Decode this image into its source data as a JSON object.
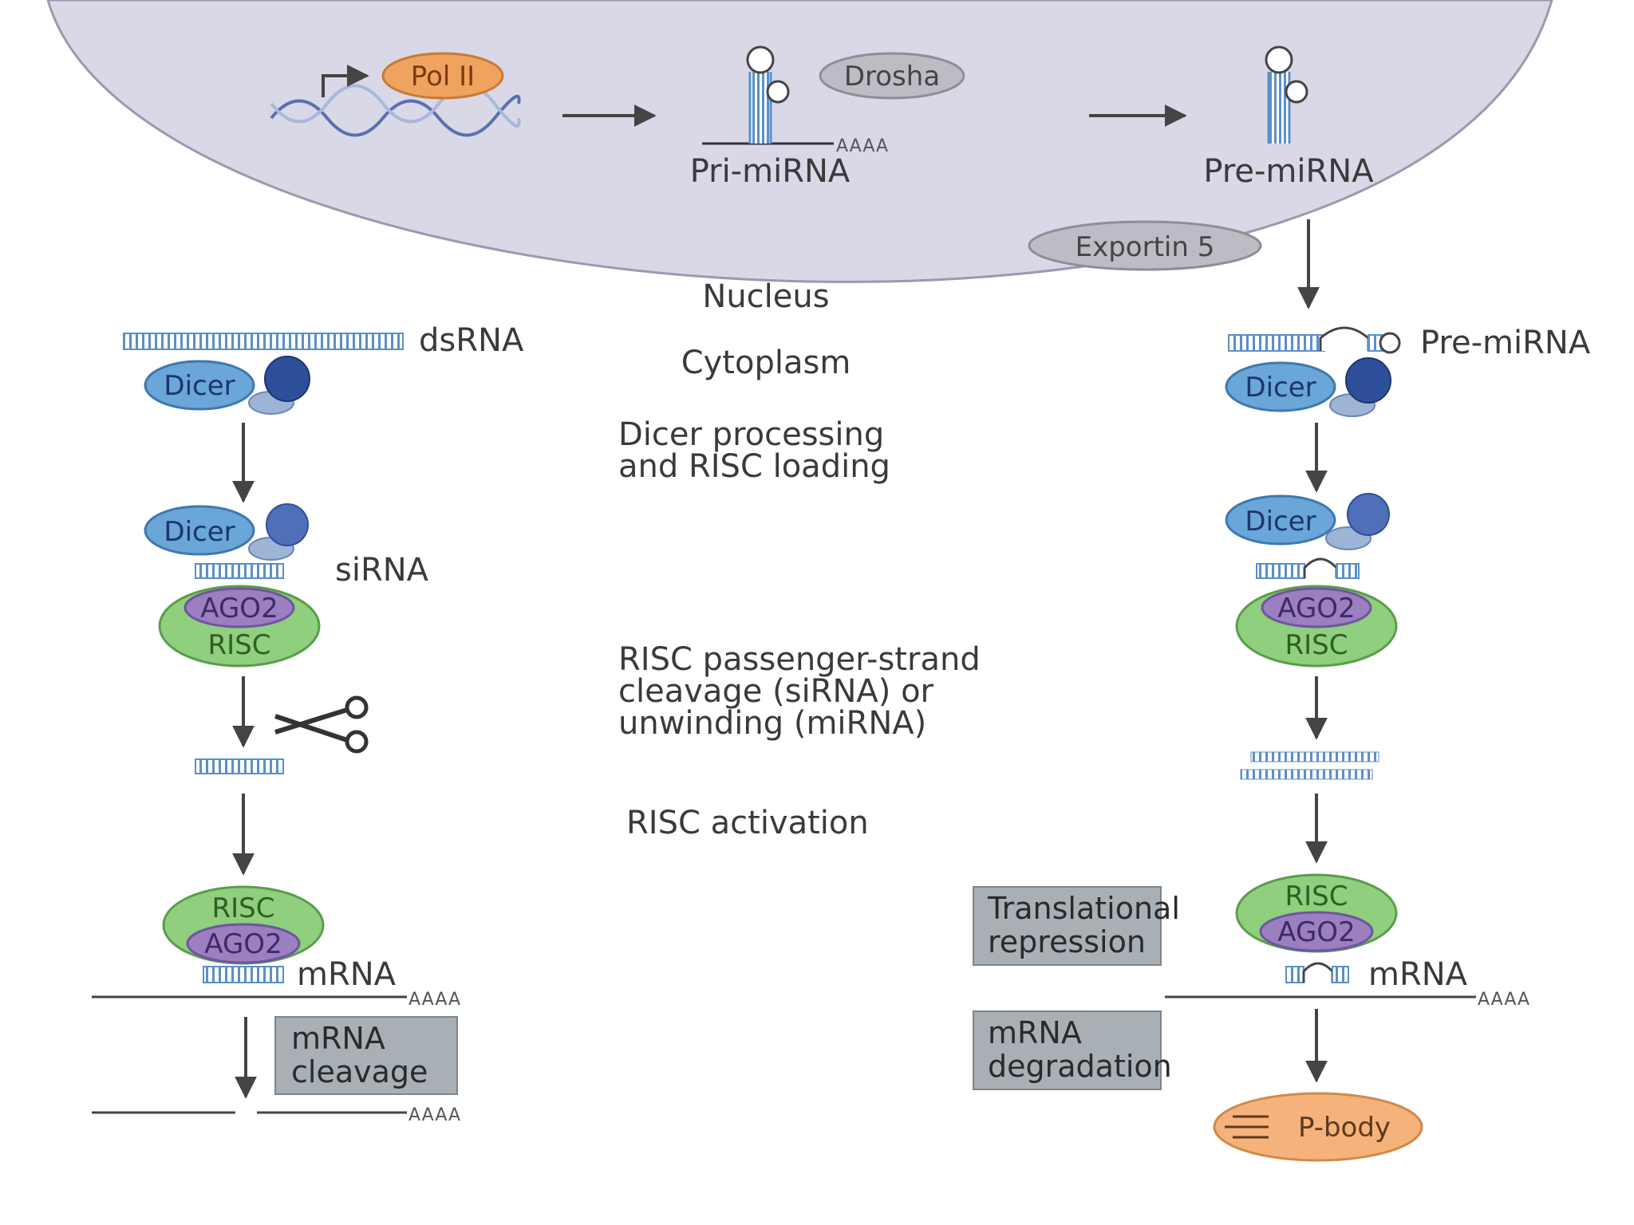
{
  "nucleus": {
    "label": "Nucleus",
    "pol2": "Pol II",
    "drosha": "Drosha",
    "pri_mirna": "Pri-miRNA",
    "pre_mirna": "Pre-miRNA",
    "poly_a": "AAAA",
    "exportin": "Exportin 5"
  },
  "cytoplasm": {
    "label": "Cytoplasm"
  },
  "steps": {
    "dicer_processing": [
      "Dicer processing",
      "and RISC loading"
    ],
    "risc_passenger": [
      "RISC passenger-strand",
      "cleavage (siRNA) or",
      "unwinding (miRNA)"
    ],
    "risc_activation": "RISC activation"
  },
  "left": {
    "dsrna": "dsRNA",
    "dicer": "Dicer",
    "sirna": "siRNA",
    "ago2": "AGO2",
    "risc": "RISC",
    "mrna": "mRNA",
    "poly_a": "AAAA",
    "outcome": [
      "mRNA",
      "cleavage"
    ]
  },
  "right": {
    "pre_mirna": "Pre-miRNA",
    "dicer": "Dicer",
    "ago2": "AGO2",
    "risc": "RISC",
    "mrna": "mRNA",
    "poly_a": "AAAA",
    "translational": [
      "Translational",
      "repression"
    ],
    "degradation": [
      "mRNA",
      "degradation"
    ],
    "pbody": "P-body"
  },
  "colors": {
    "nucleus_fill": "#d9d8e6",
    "nucleus_stroke": "#9a99b0",
    "pol2_fill": "#f0a35e",
    "grey_oval": "#bdbcc4",
    "dicer_fill": "#6aa6d8",
    "dicer_dark": "#2e4f9a",
    "dicer_light": "#9db4d6",
    "risc_fill": "#8fcf7d",
    "ago2_fill": "#9b7fc0",
    "box_fill": "#a8b0b6",
    "pbody_fill": "#f5b27a",
    "rna_blue": "#5b8fc9",
    "arrow": "#444444"
  }
}
